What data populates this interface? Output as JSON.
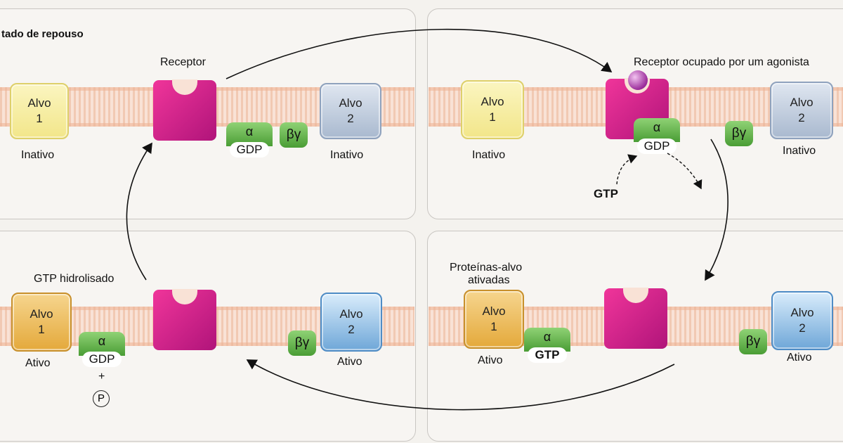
{
  "panels": {
    "top_left": {
      "title": "tado de repouso",
      "receptor_label": "Receptor",
      "target1": {
        "name": "Alvo",
        "number": "1",
        "state": "Inativo"
      },
      "target2": {
        "name": "Alvo",
        "number": "2",
        "state": "Inativo"
      },
      "alpha": "α",
      "nucleotide": "GDP",
      "betagamma": "βγ"
    },
    "top_right": {
      "receptor_label": "Receptor ocupado por um agonista",
      "target1": {
        "name": "Alvo",
        "number": "1",
        "state": "Inativo"
      },
      "target2": {
        "name": "Alvo",
        "number": "2",
        "state": "Inativo"
      },
      "alpha": "α",
      "nucleotide": "GDP",
      "betagamma": "βγ",
      "gtp": "GTP"
    },
    "bottom_right": {
      "caption": [
        "Proteínas-alvo",
        "ativadas"
      ],
      "target1": {
        "name": "Alvo",
        "number": "1",
        "state": "Ativo"
      },
      "target2": {
        "name": "Alvo",
        "number": "2",
        "state": "Ativo"
      },
      "alpha": "α",
      "nucleotide": "GTP",
      "betagamma": "βγ"
    },
    "bottom_left": {
      "caption": "GTP hidrolisado",
      "target1": {
        "name": "Alvo",
        "number": "1",
        "state": "Ativo"
      },
      "target2": {
        "name": "Alvo",
        "number": "2",
        "state": "Ativo"
      },
      "alpha": "α",
      "nucleotide": "GDP",
      "plus": "+",
      "phosphate": "P",
      "betagamma": "βγ"
    }
  }
}
